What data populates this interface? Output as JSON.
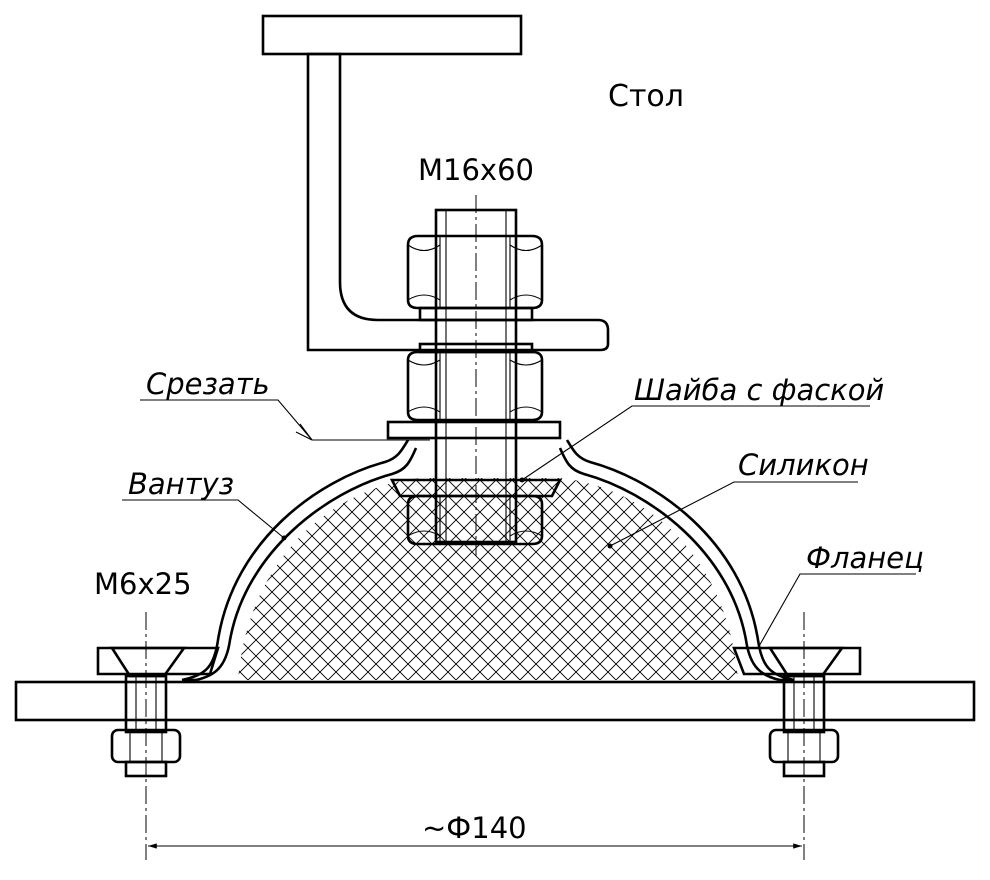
{
  "labels": {
    "table": "Стол",
    "bolt": "М16х60",
    "cut": "Срезать",
    "washer": "Шайба с фаской",
    "suction_cup": "Вантуз",
    "silicone": "Силикон",
    "flange": "Фланец",
    "screw": "М6х25",
    "diameter": "~Ф140"
  }
}
